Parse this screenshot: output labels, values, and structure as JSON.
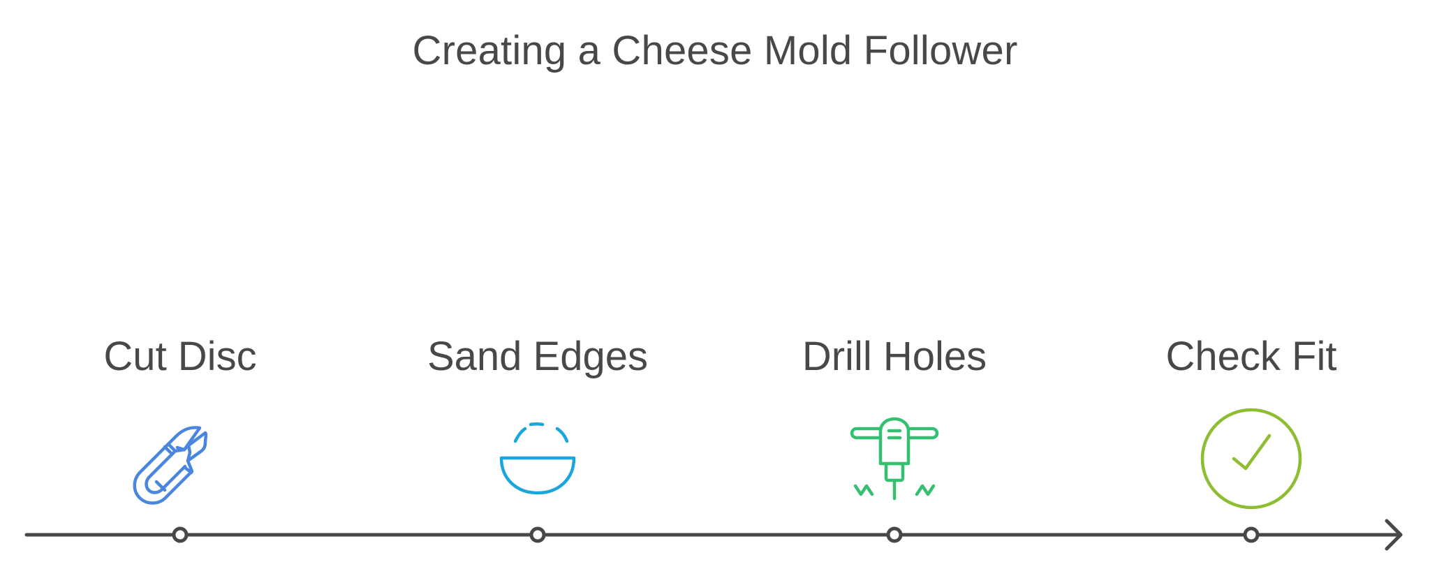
{
  "title": "Creating a Cheese Mold Follower",
  "steps": [
    {
      "label": "Cut Disc",
      "icon": "pruning-shears-icon",
      "color": "#4a86e0"
    },
    {
      "label": "Sand Edges",
      "icon": "sanding-bowl-icon",
      "color": "#1aa6dc"
    },
    {
      "label": "Drill Holes",
      "icon": "jackhammer-drill-icon",
      "color": "#35bf71"
    },
    {
      "label": "Check Fit",
      "icon": "check-circle-icon",
      "color": "#8fbd32"
    }
  ],
  "colors": {
    "text": "#484848",
    "timeline": "#474747"
  }
}
